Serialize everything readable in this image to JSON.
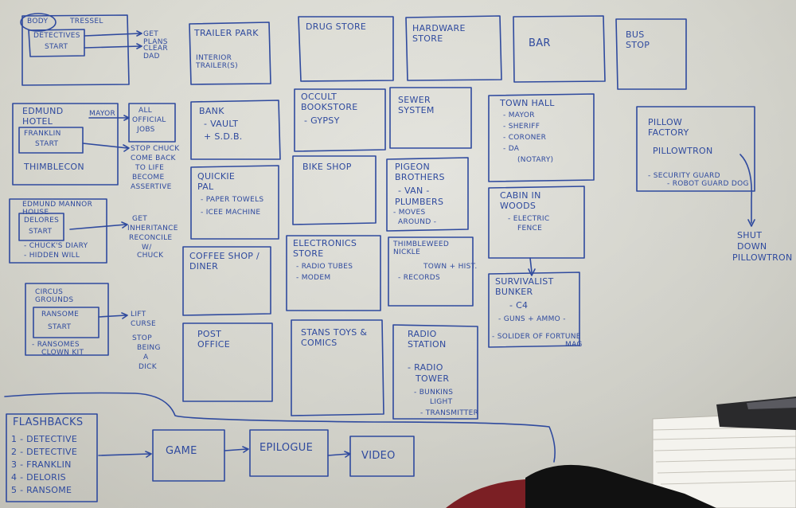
{
  "board": {
    "header": {
      "body": "BODY",
      "tressel": "TRESSEL",
      "detectives": "DETECTIVES",
      "start": "START",
      "get_plans": "GET PLANS",
      "clear_dad": "CLEAR DAD"
    },
    "trailer": {
      "title": "TRAILER PARK",
      "sub": "INTERIOR TRAILER(S)"
    },
    "drug": {
      "title": "DRUG STORE"
    },
    "hardware": {
      "title": "HARDWARE STORE"
    },
    "bar": {
      "title": "BAR"
    },
    "bus": {
      "title": "BUS STOP"
    },
    "edmund_hotel": {
      "title": "EDMUND HOTEL",
      "mayor": "MAYOR",
      "franklin": "FRANKLIN",
      "start": "START",
      "thimblecon": "THIMBLECON"
    },
    "all_official": {
      "l1": "ALL",
      "l2": "OFFICIAL",
      "l3": "JOBS"
    },
    "chuck_notes": {
      "l1": "STOP CHUCK",
      "l2": "COME BACK",
      "l3": "TO LIFE",
      "l4": "BECOME",
      "l5": "ASSERTIVE"
    },
    "bank": {
      "title": "BANK",
      "l1": "- VAULT",
      "l2": "+ S.D.B."
    },
    "occult": {
      "title": "OCCULT BOOKSTORE",
      "l1": "- GYPSY"
    },
    "sewer": {
      "title": "SEWER SYSTEM"
    },
    "town_hall": {
      "title": "TOWN HALL",
      "l1": "- MAYOR",
      "l2": "- SHERIFF",
      "l3": "- CORONER",
      "l4": "- DA",
      "l5": "(NOTARY)"
    },
    "pillow": {
      "title": "PILLOW FACTORY",
      "l1": "PILLOWTRON",
      "l2": "- SECURITY GUARD",
      "l3": "- ROBOT GUARD DOG"
    },
    "shut_down": {
      "l1": "SHUT",
      "l2": "DOWN",
      "l3": "PILLOWTRON"
    },
    "manor": {
      "title": "EDMUND MANNOR HOUSE",
      "delores": "DELORES",
      "start": "START",
      "l1": "- CHUCK'S DIARY",
      "l2": "- HIDDEN WILL"
    },
    "inherit": {
      "l1": "GET",
      "l2": "INHERITANCE",
      "l3": "RECONCILE",
      "l4": "W/",
      "l5": "CHUCK"
    },
    "quickie": {
      "title": "QUICKIE PAL",
      "l1": "- PAPER TOWELS",
      "l2": "- ICEE MACHINE"
    },
    "bike": {
      "title": "BIKE SHOP"
    },
    "pigeon": {
      "title": "PIGEON BROTHERS",
      "l1": "- VAN -",
      "l2": "PLUMBERS",
      "l3": "- MOVES",
      "l4": "AROUND -"
    },
    "cabin": {
      "title": "CABIN IN WOODS",
      "l1": "- ELECTRIC",
      "l2": "FENCE"
    },
    "coffee": {
      "title": "COFFEE SHOP / DINER"
    },
    "electronics": {
      "title": "ELECTRONICS STORE",
      "l1": "- RADIO TUBES",
      "l2": "- MODEM"
    },
    "nickle": {
      "title": "THIMBLEWEED NICKLE",
      "l1": "TOWN + HIST.",
      "l2": "- RECORDS"
    },
    "bunker": {
      "title": "SURVIVALIST BUNKER",
      "l1": "- C4",
      "l2": "- GUNS + AMMO -",
      "l3": "- SOLIDER OF FORTUNE",
      "l4": "MAG"
    },
    "circus": {
      "title": "CIRCUS GROUNDS",
      "ransome": "RANSOME",
      "start": "START",
      "l1": "- RANSOMES",
      "l2": "CLOWN KIT"
    },
    "lift": {
      "l1": "LIFT",
      "l2": "CURSE",
      "l3": "STOP",
      "l4": "BEING",
      "l5": "A",
      "l6": "DICK"
    },
    "post": {
      "title": "POST OFFICE"
    },
    "stans": {
      "title": "STANS TOYS & COMICS"
    },
    "radio": {
      "title": "RADIO STATION",
      "l1": "- RADIO",
      "l2": "TOWER",
      "l3": "- BUNKINS",
      "l4": "LIGHT",
      "l5": "- TRANSMITTER"
    },
    "flashbacks": {
      "title": "FLASHBACKS",
      "l1": "1 - DETECTIVE",
      "l2": "2 - DETECTIVE",
      "l3": "3 - FRANKLIN",
      "l4": "4 - DELORIS",
      "l5": "5 - RANSOME"
    },
    "game": {
      "title": "GAME"
    },
    "epilogue": {
      "title": "EPILOGUE"
    },
    "video": {
      "title": "VIDEO"
    }
  },
  "colors": {
    "marker": "#2f4a9e",
    "board": "#e4e4dd"
  }
}
